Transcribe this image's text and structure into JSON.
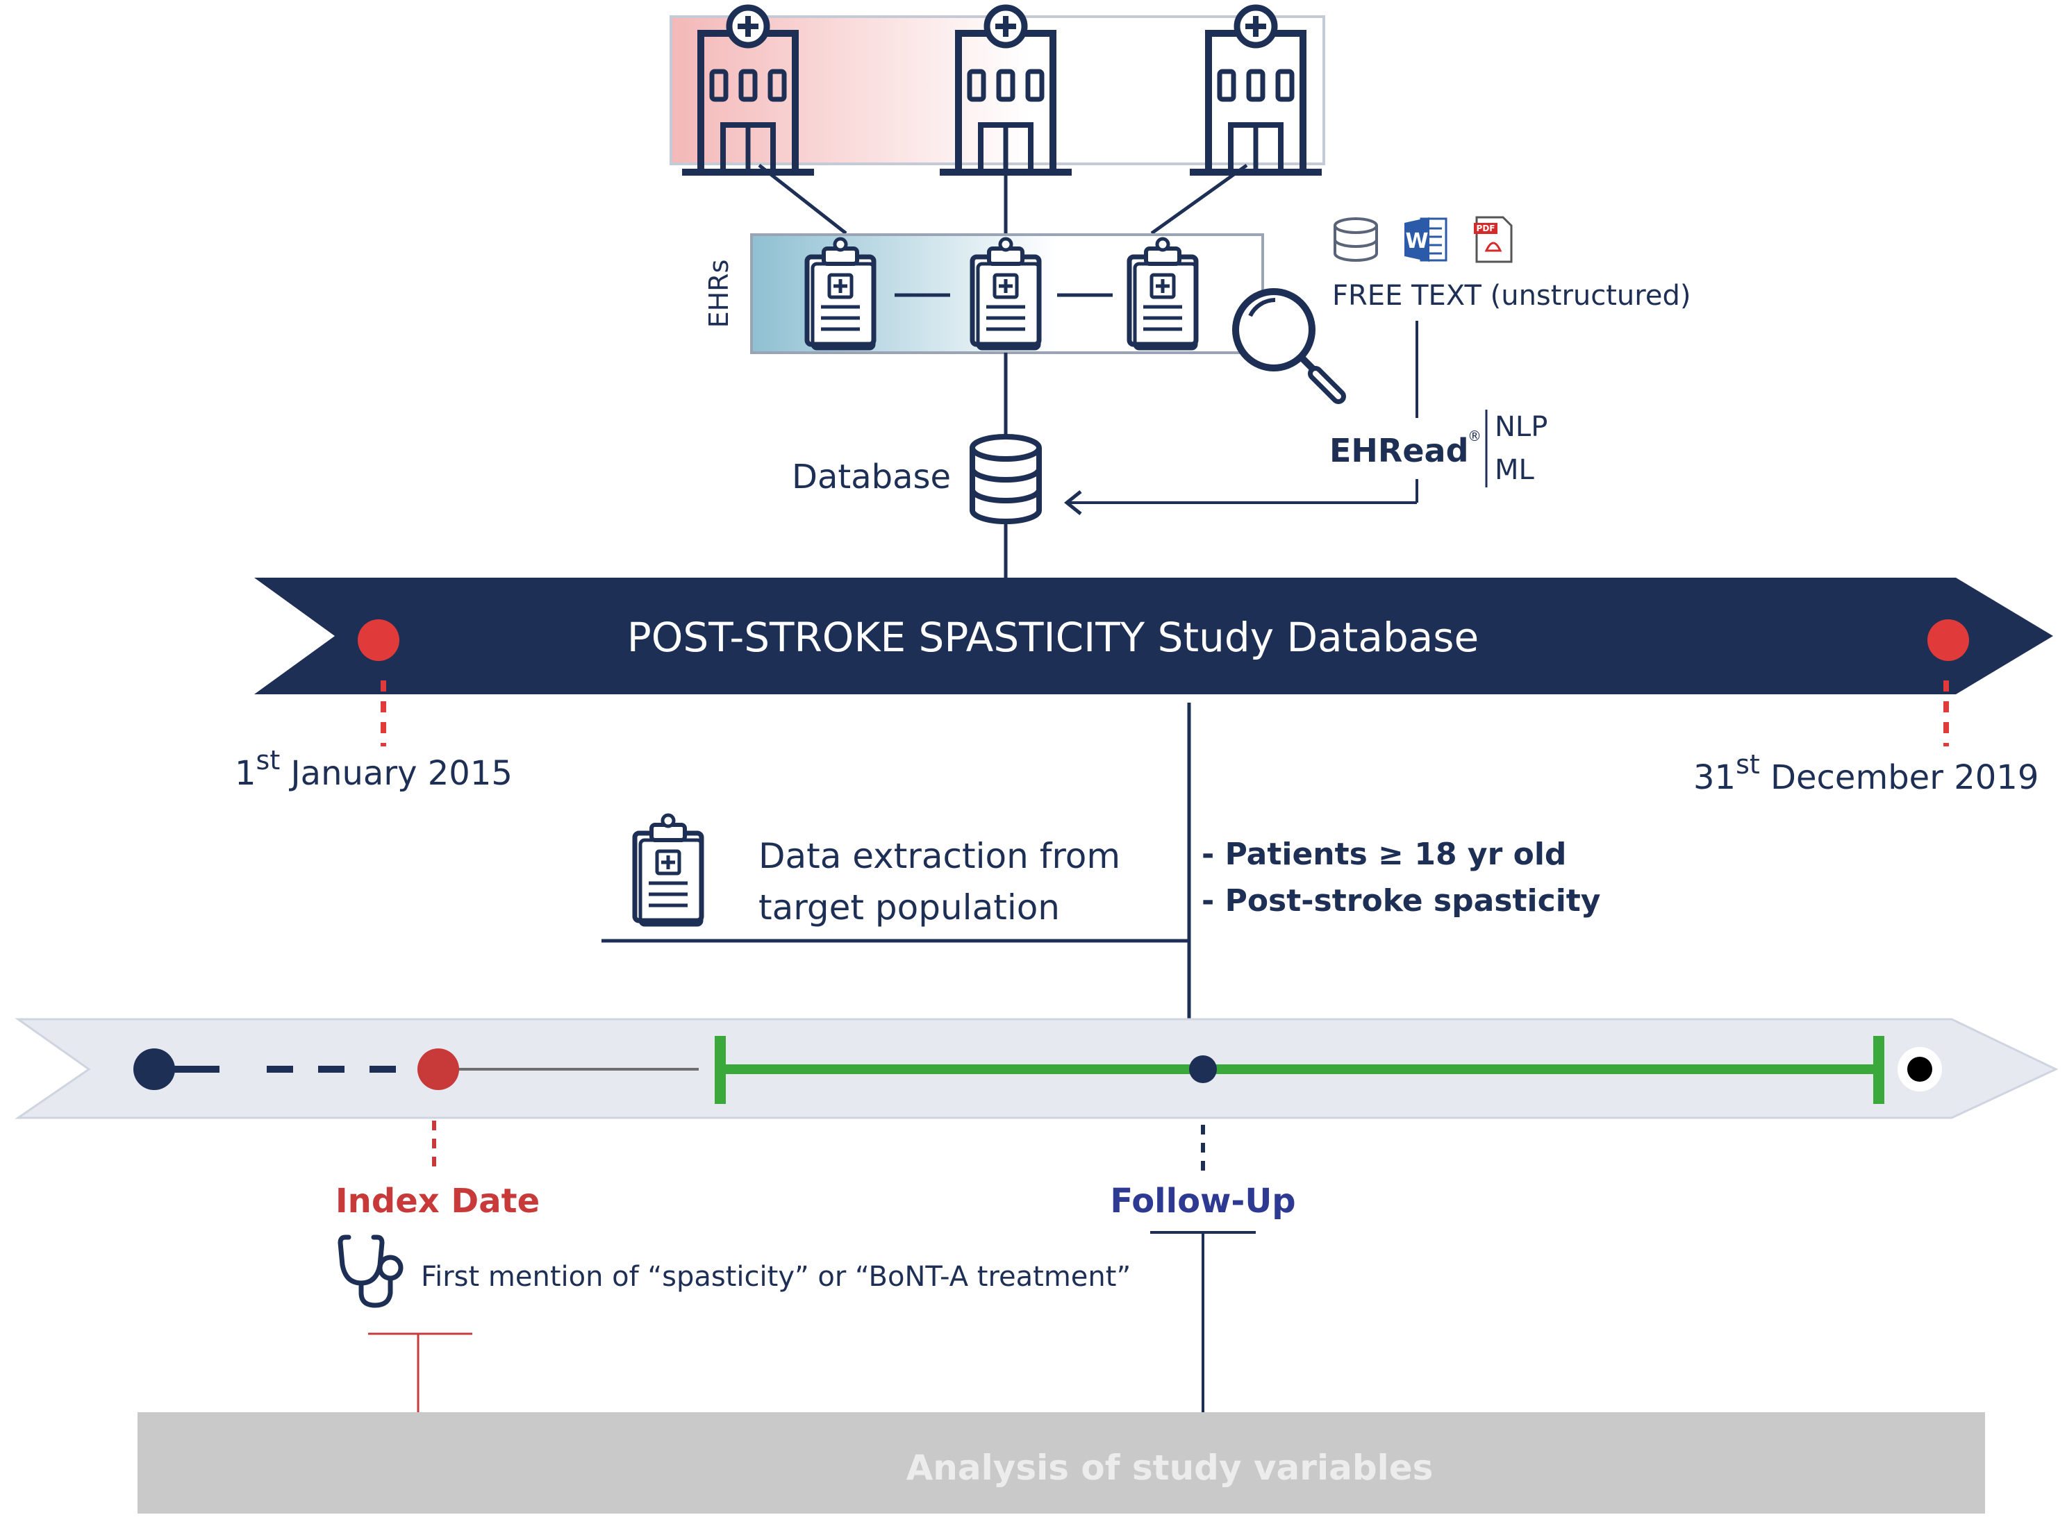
{
  "colors": {
    "navy": "#1e2f55",
    "red": "#e03a3a",
    "index_red": "#c83a3a",
    "green": "#3aa83a",
    "followup_blue": "#2e3a92",
    "light_band": "#e6e9f0",
    "grey_box": "#c9c9c9"
  },
  "icons": [
    "hospital-icon",
    "clipboard-icon",
    "database-icon",
    "magnifier-icon",
    "word-doc-icon",
    "pdf-doc-icon",
    "stethoscope-icon"
  ],
  "ehr_label": "EHRs",
  "free_text": "FREE TEXT (unstructured)",
  "ehread": {
    "name": "EHRead",
    "mark": "®",
    "nlp": "NLP",
    "ml": "ML"
  },
  "pdf_tag": "PDF",
  "database_label": "Database",
  "study_db_title": "POST-STROKE SPASTICITY Study Database",
  "start_date": {
    "day": "1",
    "sup": "st",
    "rest": " January 2015"
  },
  "end_date": {
    "day": "31",
    "sup": "st",
    "rest": " December 2019"
  },
  "extraction": {
    "line1": "Data extraction from",
    "line2": "target population"
  },
  "criteria": [
    "- Patients ≥ 18 yr old",
    "- Post-stroke spasticity"
  ],
  "index_date_label": "Index Date",
  "index_definition": "First mention of “spasticity” or “BoNT-A treatment”",
  "followup_label": "Follow-Up",
  "analysis_label": "Analysis of study variables"
}
